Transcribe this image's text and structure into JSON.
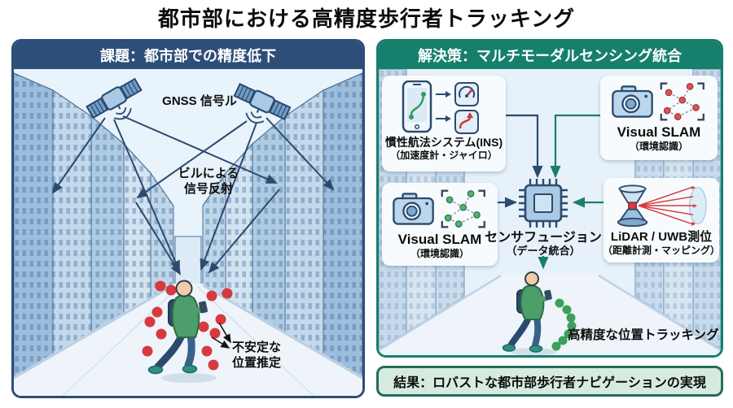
{
  "title": "都市部における高精度歩行者トラッキング",
  "left_panel": {
    "header": "課題：都市部での精度低下",
    "gnss_label": "GNSS 信号ル",
    "reflection_line1": "ビルによる",
    "reflection_line2": "信号反射",
    "unstable_line1": "不安定な",
    "unstable_line2": "位置推定",
    "accent_color": "#2d4e79",
    "error_dot_color": "#d63a3f"
  },
  "right_panel": {
    "header": "解決策：マルチモーダルセンシング統合",
    "ins_title": "慣性航法システム(INS)",
    "ins_subtitle": "（加速度計・ジャイロ）",
    "vslam_top_title": "Visual SLAM",
    "vslam_top_subtitle": "（環境認識）",
    "vslam_left_title": "Visual SLAM",
    "vslam_left_subtitle": "（環境認識）",
    "fusion_title": "センサフュージョン",
    "fusion_subtitle": "（データ統合）",
    "lidar_title": "LiDAR / UWB測位",
    "lidar_subtitle": "（距離計測・マッピング）",
    "tracking_label": "高精度な位置トラッキング",
    "accent_color": "#17806c",
    "tracking_dot_color": "#3ba05c"
  },
  "result_banner": "結果：ロバストな都市部歩行者ナビゲーションの実現"
}
